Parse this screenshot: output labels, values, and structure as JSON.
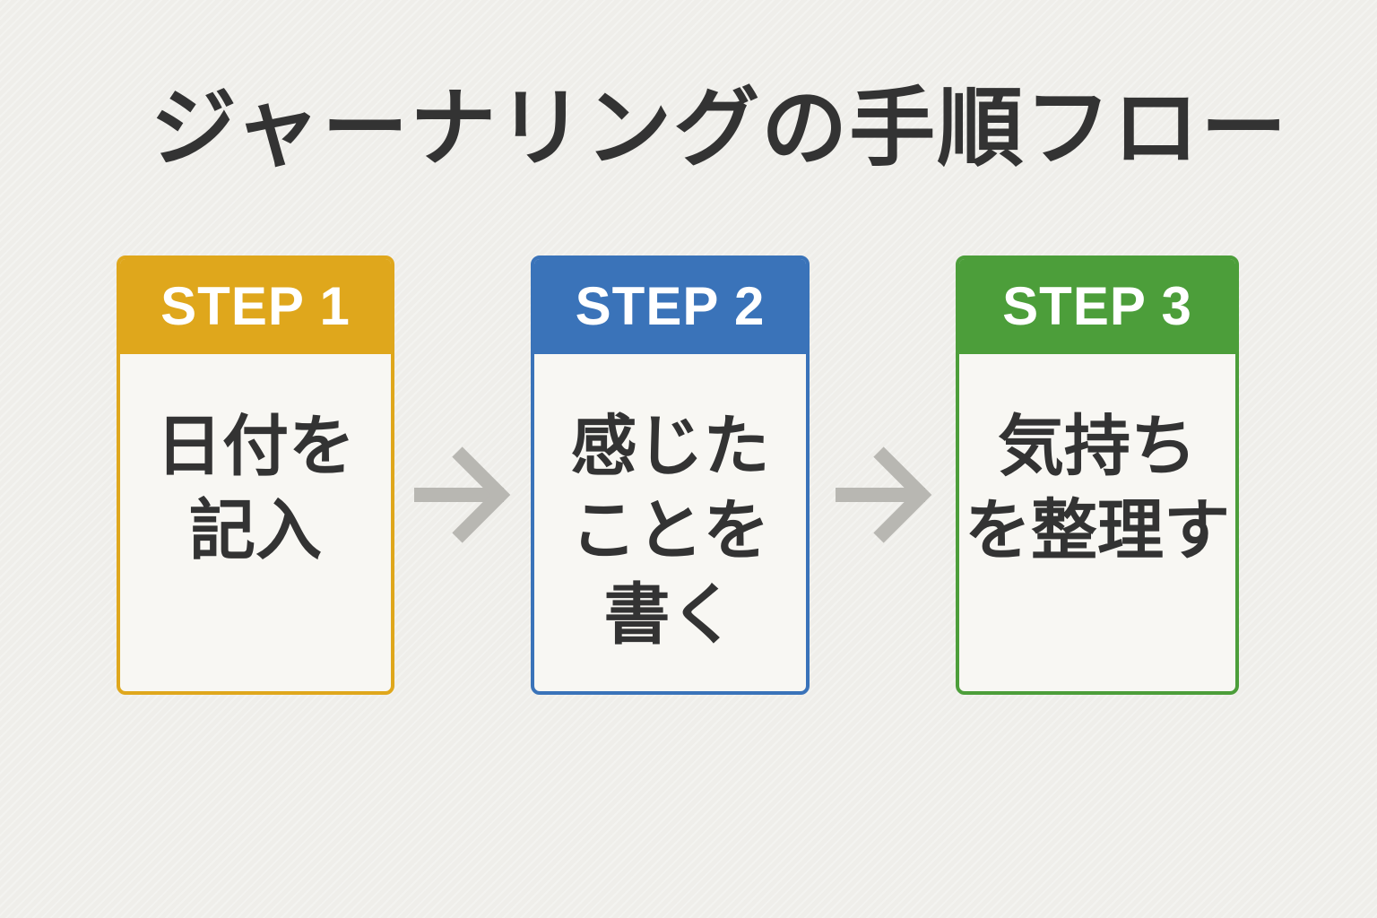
{
  "title": "ジャーナリングの手順フロー",
  "colors": {
    "step1": "#dfa71c",
    "step2": "#3a73b9",
    "step3": "#4c9e3a",
    "arrow": "#b8b7b2",
    "text": "#333333",
    "background": "#efeeea"
  },
  "steps": [
    {
      "label": "STEP 1",
      "lines": [
        "日付を",
        "記入"
      ]
    },
    {
      "label": "STEP 2",
      "lines": [
        "感じた",
        "ことを",
        "書く"
      ]
    },
    {
      "label": "STEP 3",
      "lines": [
        "気持ち",
        "を整理す"
      ]
    }
  ],
  "arrows": [
    {
      "icon": "arrow-right-icon"
    },
    {
      "icon": "arrow-right-icon"
    }
  ]
}
